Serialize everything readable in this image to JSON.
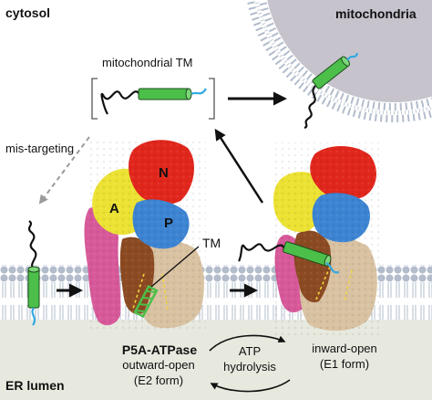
{
  "colors": {
    "background": "#ffffff",
    "er_lumen": "#e7e9df",
    "lipid_head": "#b2bccb",
    "mitochondrion": "#c6c3cd",
    "helix": "#4cbf4a",
    "n_domain": "#e1261c",
    "a_domain": "#ece234",
    "p_domain": "#3d84d2",
    "tm_domain": "#8b4a22",
    "tm_domain_body": "#d9c2a2",
    "pink_domain": "#d7599a",
    "terminus": "#33a9e0"
  },
  "labels": {
    "cytosol": "cytosol",
    "mitochondria": "mitochondria",
    "mito_tm": "mitochondrial TM",
    "mis_targeting": "mis-targeting",
    "tm": "TM",
    "er_lumen": "ER lumen",
    "p5a": "P5A-ATPase",
    "outward_open_1": "outward-open",
    "outward_open_2": "(E2 form)",
    "atp_1": "ATP",
    "atp_2": "hydrolysis",
    "inward_open_1": "inward-open",
    "inward_open_2": "(E1 form)",
    "domain_n": "N",
    "domain_a": "A",
    "domain_p": "P"
  }
}
